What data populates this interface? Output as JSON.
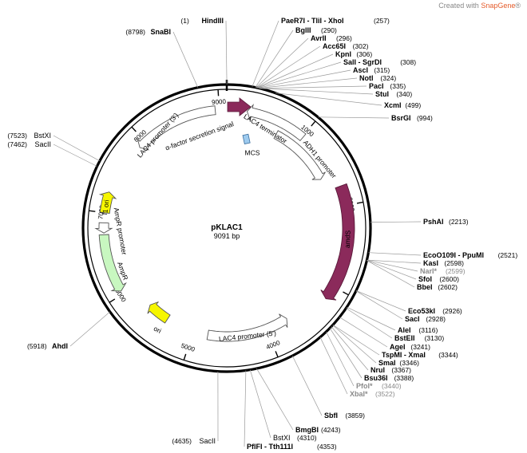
{
  "watermark": {
    "prefix": "Created with ",
    "brand": "SnapGene",
    "suffix": "®"
  },
  "plasmid": {
    "name": "pKLAC1",
    "length": "9091 bp",
    "total": 9091
  },
  "ticks": [
    "1000",
    "2000",
    "3000",
    "4000",
    "5000",
    "6000",
    "7000",
    "8000",
    "9000"
  ],
  "features": [
    {
      "name": "α-factor secretion signal",
      "kind": "arrow",
      "color": "#ffffff"
    },
    {
      "name": "MCS",
      "kind": "box",
      "color": "#9ecbef"
    },
    {
      "name": "LAC4 terminator",
      "kind": "arrow",
      "color": "#ffffff"
    },
    {
      "name": "ADH1 promoter",
      "kind": "arrow",
      "color": "#ffffff"
    },
    {
      "name": "amdS",
      "kind": "arrow",
      "color": "#8b2a5b"
    },
    {
      "name": "LAC4 promoter (5')",
      "kind": "arrow",
      "color": "#ffffff"
    },
    {
      "name": "ori",
      "kind": "arrow",
      "color": "#f6f600"
    },
    {
      "name": "AmpR",
      "kind": "arrow",
      "color": "#c8f7c0"
    },
    {
      "name": "AmpR promoter",
      "kind": "arrow",
      "color": "#ffffff"
    },
    {
      "name": "f1 ori",
      "kind": "arrow",
      "color": "#f6f600"
    },
    {
      "name": "LAC4 promoter (3')",
      "kind": "arrow",
      "color": "#ffffff"
    }
  ],
  "sites": [
    {
      "name": "HindIII",
      "pos": "(1)",
      "bold": true,
      "gray": false
    },
    {
      "name": "SnaBI",
      "pos": "(8798)",
      "bold": true,
      "gray": false
    },
    {
      "name": "PaeR7I - TliI - XhoI",
      "pos": "(257)",
      "bold": true,
      "gray": false
    },
    {
      "name": "BglII",
      "pos": "(290)",
      "bold": true,
      "gray": false
    },
    {
      "name": "AvrII",
      "pos": "(296)",
      "bold": true,
      "gray": false
    },
    {
      "name": "Acc65I",
      "pos": "(302)",
      "bold": true,
      "gray": false
    },
    {
      "name": "KpnI",
      "pos": "(306)",
      "bold": true,
      "gray": false
    },
    {
      "name": "SalI - SgrDI",
      "pos": "(308)",
      "bold": true,
      "gray": false
    },
    {
      "name": "AscI",
      "pos": "(315)",
      "bold": true,
      "gray": false
    },
    {
      "name": "NotI",
      "pos": "(324)",
      "bold": true,
      "gray": false
    },
    {
      "name": "PacI",
      "pos": "(335)",
      "bold": true,
      "gray": false
    },
    {
      "name": "StuI",
      "pos": "(340)",
      "bold": true,
      "gray": false
    },
    {
      "name": "XcmI",
      "pos": "(499)",
      "bold": true,
      "gray": false
    },
    {
      "name": "BsrGI",
      "pos": "(994)",
      "bold": true,
      "gray": false
    },
    {
      "name": "PshAI",
      "pos": "(2213)",
      "bold": true,
      "gray": false
    },
    {
      "name": "EcoO109I - PpuMI",
      "pos": "(2521)",
      "bold": true,
      "gray": false
    },
    {
      "name": "KasI",
      "pos": "(2598)",
      "bold": true,
      "gray": false
    },
    {
      "name": "NarI*",
      "pos": "(2599)",
      "bold": true,
      "gray": true
    },
    {
      "name": "SfoI",
      "pos": "(2600)",
      "bold": true,
      "gray": false
    },
    {
      "name": "BbeI",
      "pos": "(2602)",
      "bold": true,
      "gray": false
    },
    {
      "name": "Eco53kI",
      "pos": "(2926)",
      "bold": true,
      "gray": false
    },
    {
      "name": "SacI",
      "pos": "(2928)",
      "bold": true,
      "gray": false
    },
    {
      "name": "AleI",
      "pos": "(3116)",
      "bold": true,
      "gray": false
    },
    {
      "name": "BstEII",
      "pos": "(3130)",
      "bold": true,
      "gray": false
    },
    {
      "name": "AgeI",
      "pos": "(3241)",
      "bold": true,
      "gray": false
    },
    {
      "name": "TspMI - XmaI",
      "pos": "(3344)",
      "bold": true,
      "gray": false
    },
    {
      "name": "SmaI",
      "pos": "(3346)",
      "bold": true,
      "gray": false
    },
    {
      "name": "NruI",
      "pos": "(3367)",
      "bold": true,
      "gray": false
    },
    {
      "name": "Bsu36I",
      "pos": "(3388)",
      "bold": true,
      "gray": false
    },
    {
      "name": "PfoI*",
      "pos": "(3440)",
      "bold": true,
      "gray": true
    },
    {
      "name": "XbaI*",
      "pos": "(3522)",
      "bold": true,
      "gray": true
    },
    {
      "name": "SbfI",
      "pos": "(3859)",
      "bold": true,
      "gray": false
    },
    {
      "name": "BmgBI",
      "pos": "(4243)",
      "bold": true,
      "gray": false
    },
    {
      "name": "BstXI",
      "pos": "(4310)",
      "bold": false,
      "gray": false
    },
    {
      "name": "PflFI - Tth111I",
      "pos": "(4353)",
      "bold": true,
      "gray": false
    },
    {
      "name": "SacII",
      "pos": "(4635)",
      "bold": false,
      "gray": false
    },
    {
      "name": "AhdI",
      "pos": "(5918)",
      "bold": true,
      "gray": false
    },
    {
      "name": "SacII",
      "pos": "(7462)",
      "bold": false,
      "gray": false
    },
    {
      "name": "BstXI",
      "pos": "(7523)",
      "bold": false,
      "gray": false
    }
  ]
}
